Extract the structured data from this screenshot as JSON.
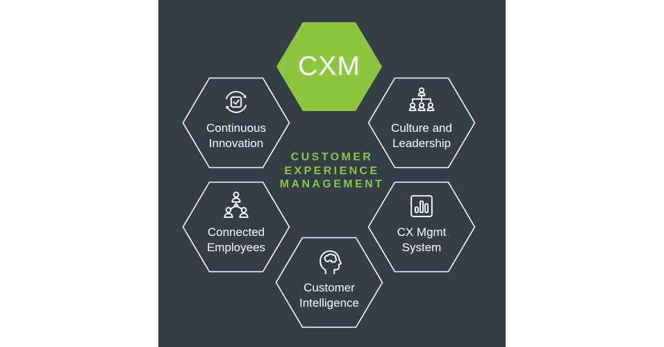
{
  "colors": {
    "panel_background": "#343e48",
    "accent_green": "#8dc63f",
    "outline_white": "#ffffff",
    "text_white": "#ffffff"
  },
  "center_hexagon": {
    "label": "CXM"
  },
  "center_title": {
    "lines": [
      "CUSTOMER",
      "EXPERIENCE",
      "MANAGEMENT"
    ]
  },
  "hexagons": [
    {
      "id": "continuous-innovation",
      "icon": "refresh-check-icon",
      "label_lines": [
        "Continuous",
        "Innovation"
      ]
    },
    {
      "id": "culture-leadership",
      "icon": "org-chart-icon",
      "label_lines": [
        "Culture and",
        "Leadership"
      ]
    },
    {
      "id": "connected-employees",
      "icon": "connected-people-icon",
      "label_lines": [
        "Connected",
        "Employees"
      ]
    },
    {
      "id": "cx-mgmt-system",
      "icon": "bar-chart-icon",
      "label_lines": [
        "CX Mgmt",
        "System"
      ]
    },
    {
      "id": "customer-intelligence",
      "icon": "head-brain-icon",
      "label_lines": [
        "Customer",
        "Intelligence"
      ]
    }
  ]
}
